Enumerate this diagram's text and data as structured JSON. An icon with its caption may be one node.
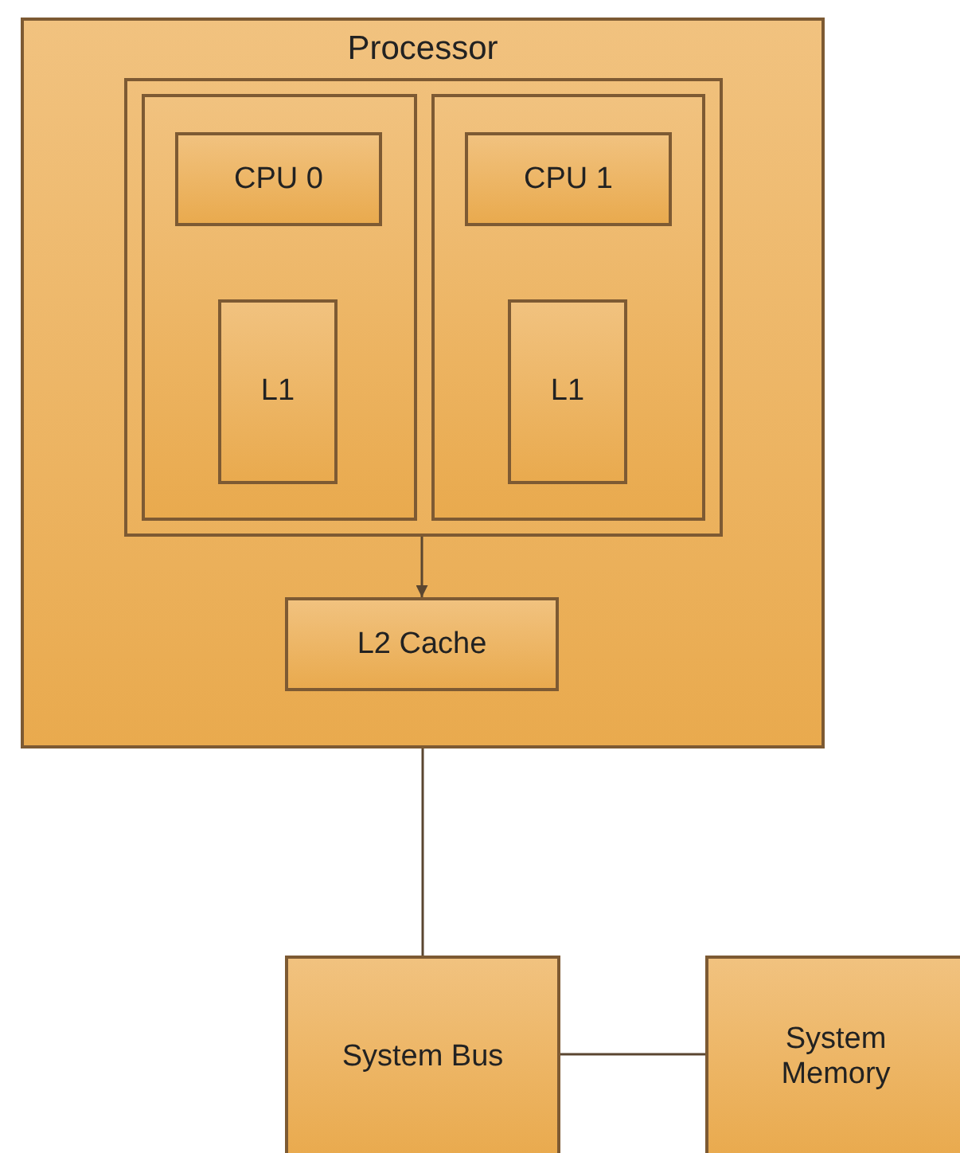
{
  "diagram": {
    "nodes": [
      {
        "text": [
          "Processor"
        ]
      },
      {
        "text": [],
        "shape": "box",
        "in": 0
      },
      {
        "text": [],
        "shape": "box",
        "in": 1
      },
      {
        "text": [
          "CPU 0"
        ],
        "in": 2
      },
      {
        "text": [
          "L1"
        ],
        "in": 2
      },
      {
        "text": [],
        "shape": "box",
        "in": 1
      },
      {
        "text": [
          "CPU 1"
        ],
        "in": 5
      },
      {
        "text": [
          "L1"
        ],
        "in": 5
      },
      {
        "text": [
          "L2 Cache"
        ],
        "in": 0
      },
      {
        "text": [
          "System Bus"
        ]
      },
      {
        "text": [
          "System Memory"
        ]
      }
    ],
    "edges": [
      {
        "from": 1,
        "to": 8,
        "arrow": "to"
      },
      {
        "from": 0,
        "to": 9,
        "arrow": "none"
      },
      {
        "from": 9,
        "to": 10,
        "arrow": "none"
      }
    ]
  }
}
